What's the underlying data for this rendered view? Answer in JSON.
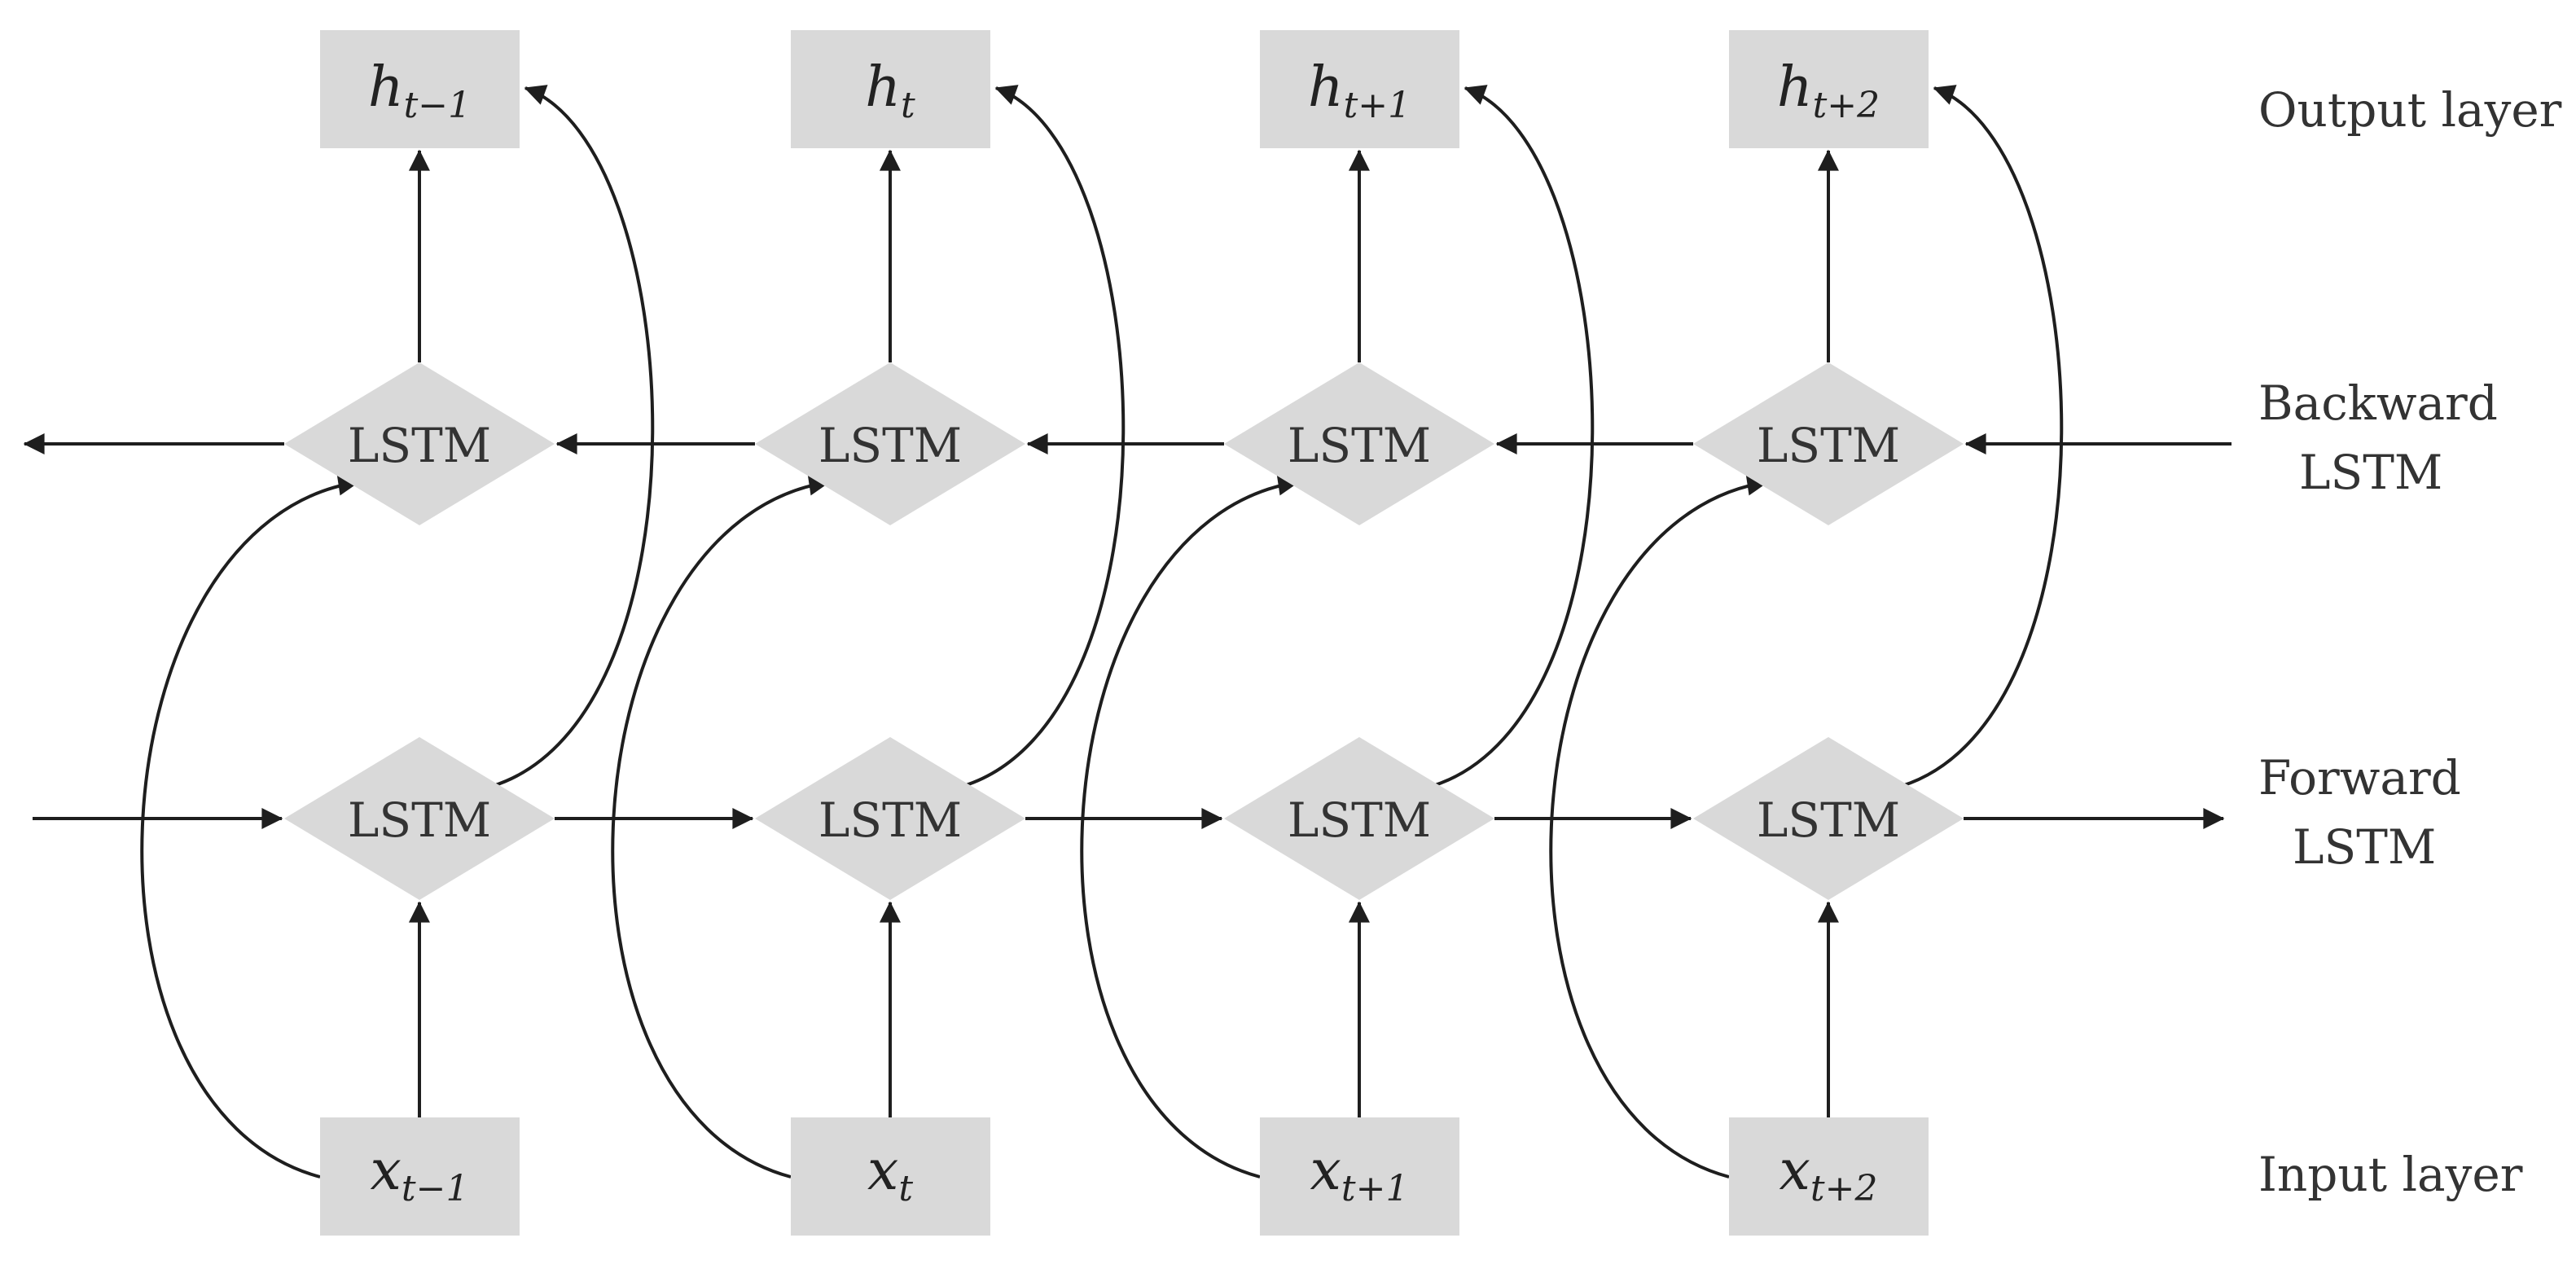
{
  "outputs": [
    {
      "base": "h",
      "sub": "t−1"
    },
    {
      "base": "h",
      "sub": "t"
    },
    {
      "base": "h",
      "sub": "t+1"
    },
    {
      "base": "h",
      "sub": "t+2"
    }
  ],
  "inputs": [
    {
      "base": "x",
      "sub": "t−1"
    },
    {
      "base": "x",
      "sub": "t"
    },
    {
      "base": "x",
      "sub": "t+1"
    },
    {
      "base": "x",
      "sub": "t+2"
    }
  ],
  "backward_nodes": [
    "LSTM",
    "LSTM",
    "LSTM",
    "LSTM"
  ],
  "forward_nodes": [
    "LSTM",
    "LSTM",
    "LSTM",
    "LSTM"
  ],
  "layer_labels": {
    "output": [
      "Output layer"
    ],
    "backward": [
      "Backward",
      "LSTM"
    ],
    "forward": [
      "Forward",
      "LSTM"
    ],
    "input": [
      "Input layer"
    ]
  },
  "colors": {
    "node_fill": "#d9d9d9",
    "edge": "#1e1e1e",
    "text": "#333333"
  }
}
